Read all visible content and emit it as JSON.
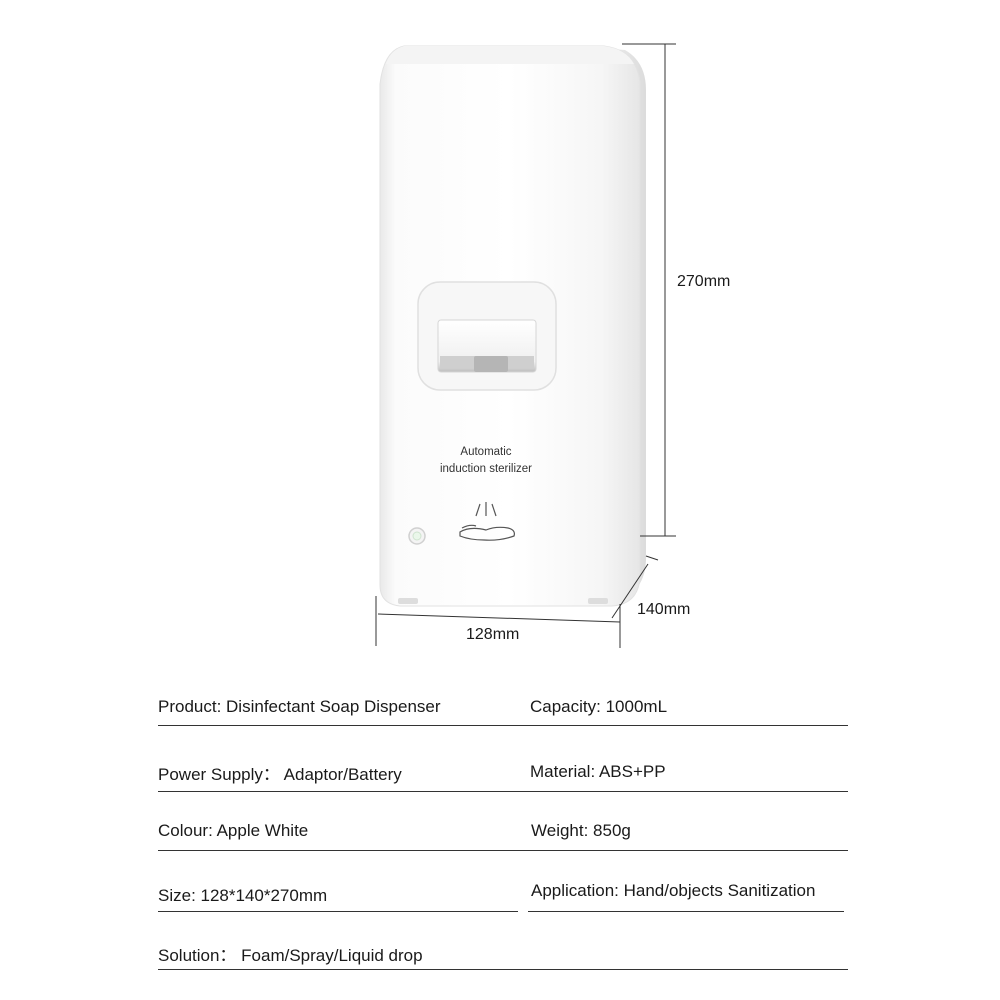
{
  "product_image": {
    "label_line1": "Automatic",
    "label_line2": "induction sterilizer",
    "icon": "hand-spray-icon"
  },
  "dimensions": {
    "height": "270mm",
    "width": "128mm",
    "depth": "140mm"
  },
  "specs": {
    "product": "Product:  Disinfectant Soap Dispenser",
    "capacity": "Capacity: 1000mL",
    "power_supply": "Power Supply：  Adaptor/Battery",
    "material": "Material: ABS+PP",
    "colour": "Colour: Apple White",
    "weight": "Weight: 850g",
    "size": "Size: 128*140*270mm",
    "application": "Application: Hand/objects Sanitization",
    "solution": "Solution：  Foam/Spray/Liquid drop"
  },
  "colors": {
    "body": "#ffffff",
    "shadow": "#e6e6e6",
    "window": "#f2f2f2",
    "line": "#333333"
  }
}
